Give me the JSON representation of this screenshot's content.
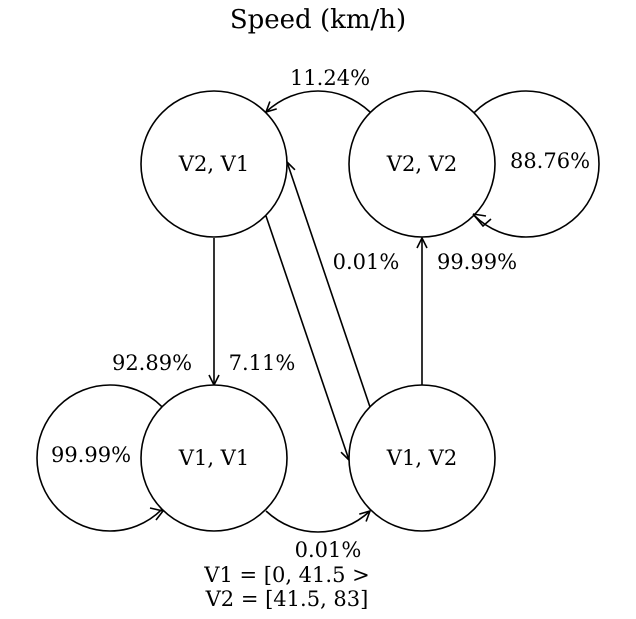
{
  "title": "Speed (km/h)",
  "nodes": {
    "v2v1": "V2, V1",
    "v2v2": "V2, V2",
    "v1v1": "V1, V1",
    "v1v2": "V1, V2"
  },
  "edges": {
    "v2v2_to_v2v1": "11.24%",
    "v2v2_self": "88.76%",
    "v1v2_to_v2v1": "0.01%",
    "v1v2_to_v2v2": "99.99%",
    "v2v1_to_v1v1": "7.11%",
    "v2v1_to_v1v2": "92.89%",
    "v1v1_self": "99.99%",
    "v1v1_to_v1v2": "0.01%"
  },
  "legend": {
    "v1": "V1 = [0, 41.5 >",
    "v2": "V2 = [41.5, 83]"
  },
  "colors": {
    "stroke": "#000000",
    "background": "#ffffff"
  }
}
